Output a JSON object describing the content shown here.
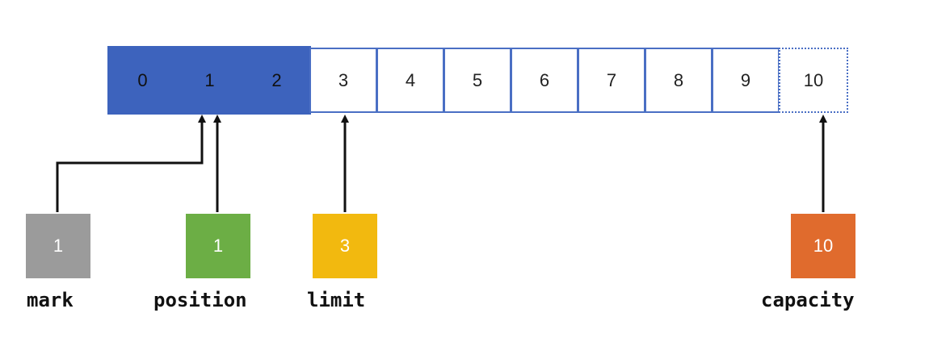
{
  "buffer": {
    "cells": [
      "0",
      "1",
      "2",
      "3",
      "4",
      "5",
      "6",
      "7",
      "8",
      "9",
      "10"
    ],
    "filled_count": 3,
    "colors": {
      "filled": "#3d63bd",
      "border": "#4a6fc4"
    }
  },
  "pointers": {
    "mark": {
      "label": "mark",
      "value": "1",
      "color": "#9b9b9b"
    },
    "position": {
      "label": "position",
      "value": "1",
      "color": "#6cae45"
    },
    "limit": {
      "label": "limit",
      "value": "3",
      "color": "#f2b90f"
    },
    "capacity": {
      "label": "capacity",
      "value": "10",
      "color": "#e06b2d"
    }
  }
}
